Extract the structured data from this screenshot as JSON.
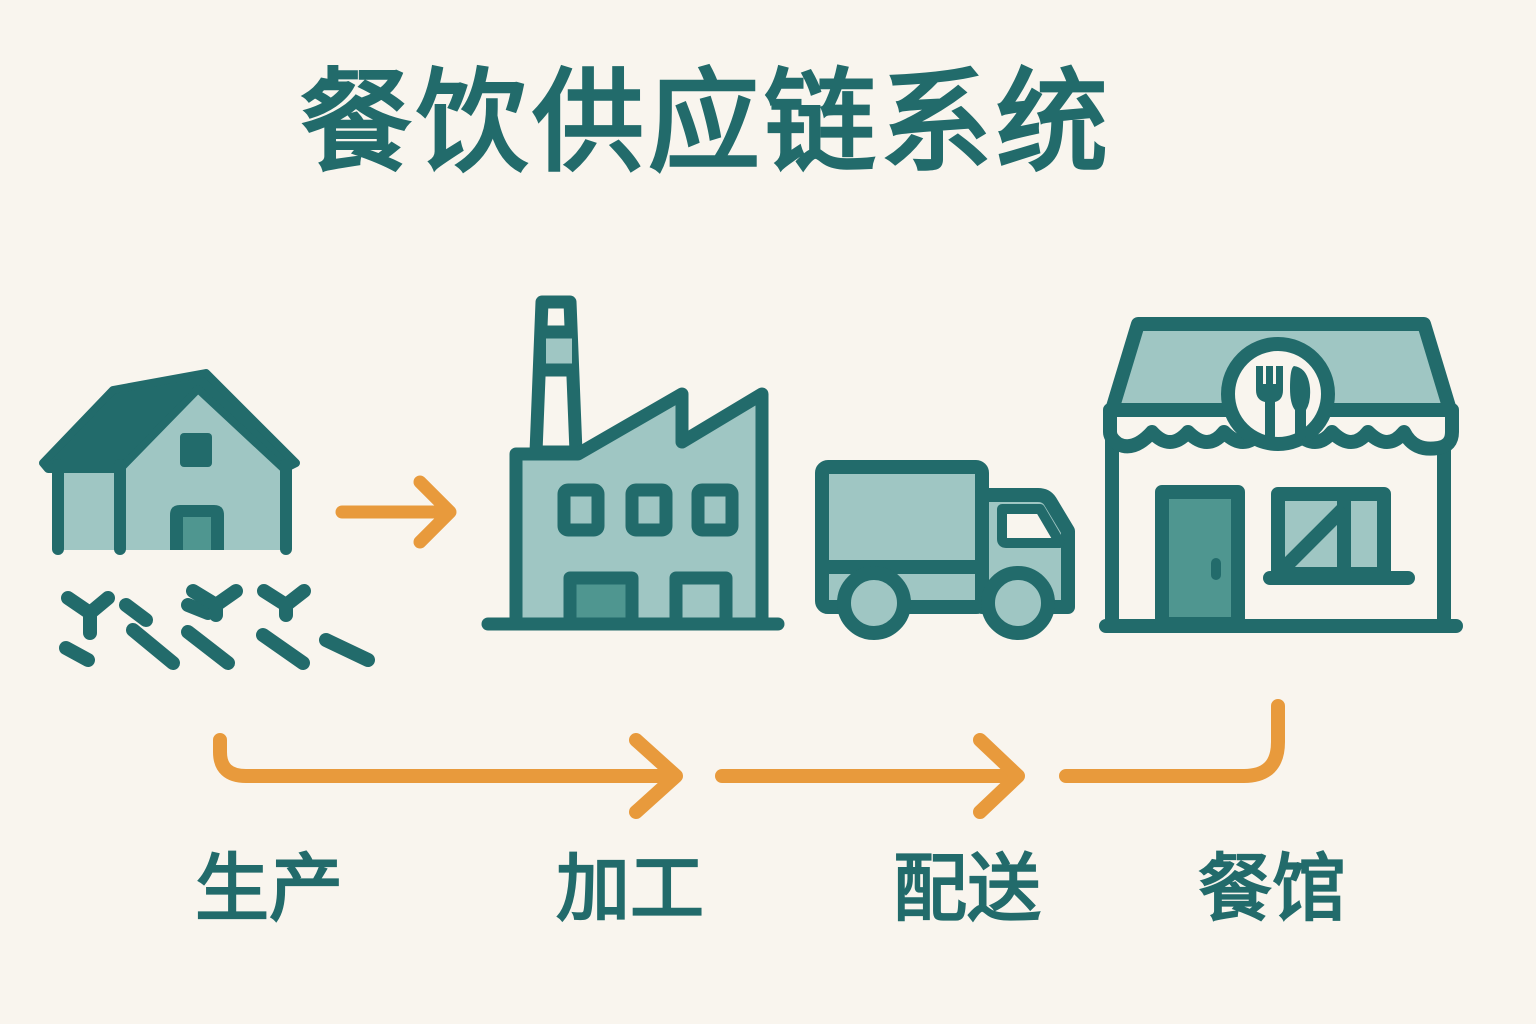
{
  "title": "餐饮供应链系统",
  "colors": {
    "background": "#f9f5ee",
    "primary": "#226b6b",
    "fill_light": "#9fc6c3",
    "fill_mid": "#4f9690",
    "arrow": "#e89a3c"
  },
  "stages": [
    {
      "label": "生产",
      "icon": "farm-icon"
    },
    {
      "label": "加工",
      "icon": "factory-icon"
    },
    {
      "label": "配送",
      "icon": "truck-icon"
    },
    {
      "label": "餐馆",
      "icon": "restaurant-icon"
    }
  ]
}
